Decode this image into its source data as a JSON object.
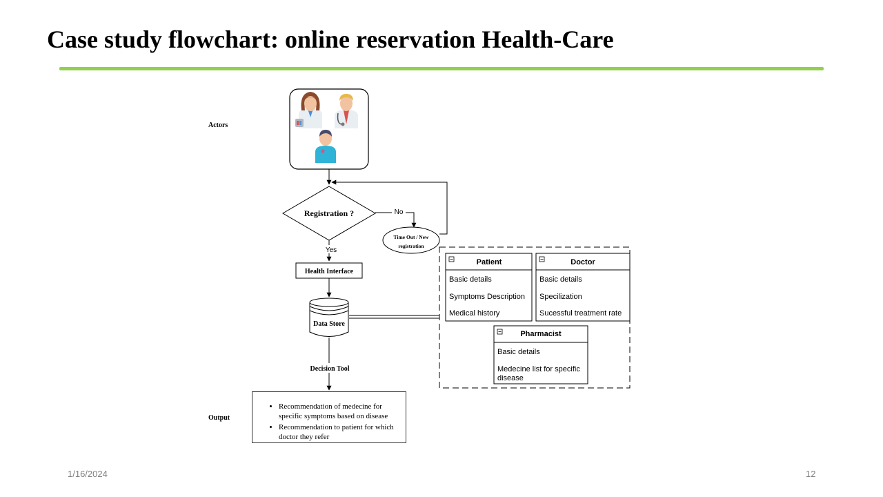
{
  "slide": {
    "title": "Case study flowchart: online reservation Health-Care",
    "footer_date": "1/16/2024",
    "footer_page": "12",
    "accent_color": "#92d050"
  },
  "diagram": {
    "actors_label": "Actors",
    "decision_label": "Registration ?",
    "no_label": "No",
    "yes_label": "Yes",
    "timeout_line1": "Time Out / New",
    "timeout_line2": "registration",
    "health_interface": "Health Interface",
    "data_store": "Data Store",
    "decision_tool": "Decision Tool",
    "output_label": "Output",
    "output_items": [
      "Recommendation of medecine for specific symptoms based on disease",
      "Recommendation to patient for which doctor they refer"
    ],
    "entities": {
      "patient": {
        "title": "Patient",
        "fields": [
          "Basic details",
          "Symptoms Description",
          "Medical history"
        ]
      },
      "doctor": {
        "title": "Doctor",
        "fields": [
          "Basic details",
          "Specilization",
          "Sucessful treatment rate"
        ]
      },
      "pharmacist": {
        "title": "Pharmacist",
        "field1": "Basic details",
        "field2_line1": "Medecine list for specific",
        "field2_line2": "disease"
      }
    },
    "actor_icons": [
      "female-doctor-icon",
      "male-doctor-icon",
      "patient-icon"
    ]
  }
}
